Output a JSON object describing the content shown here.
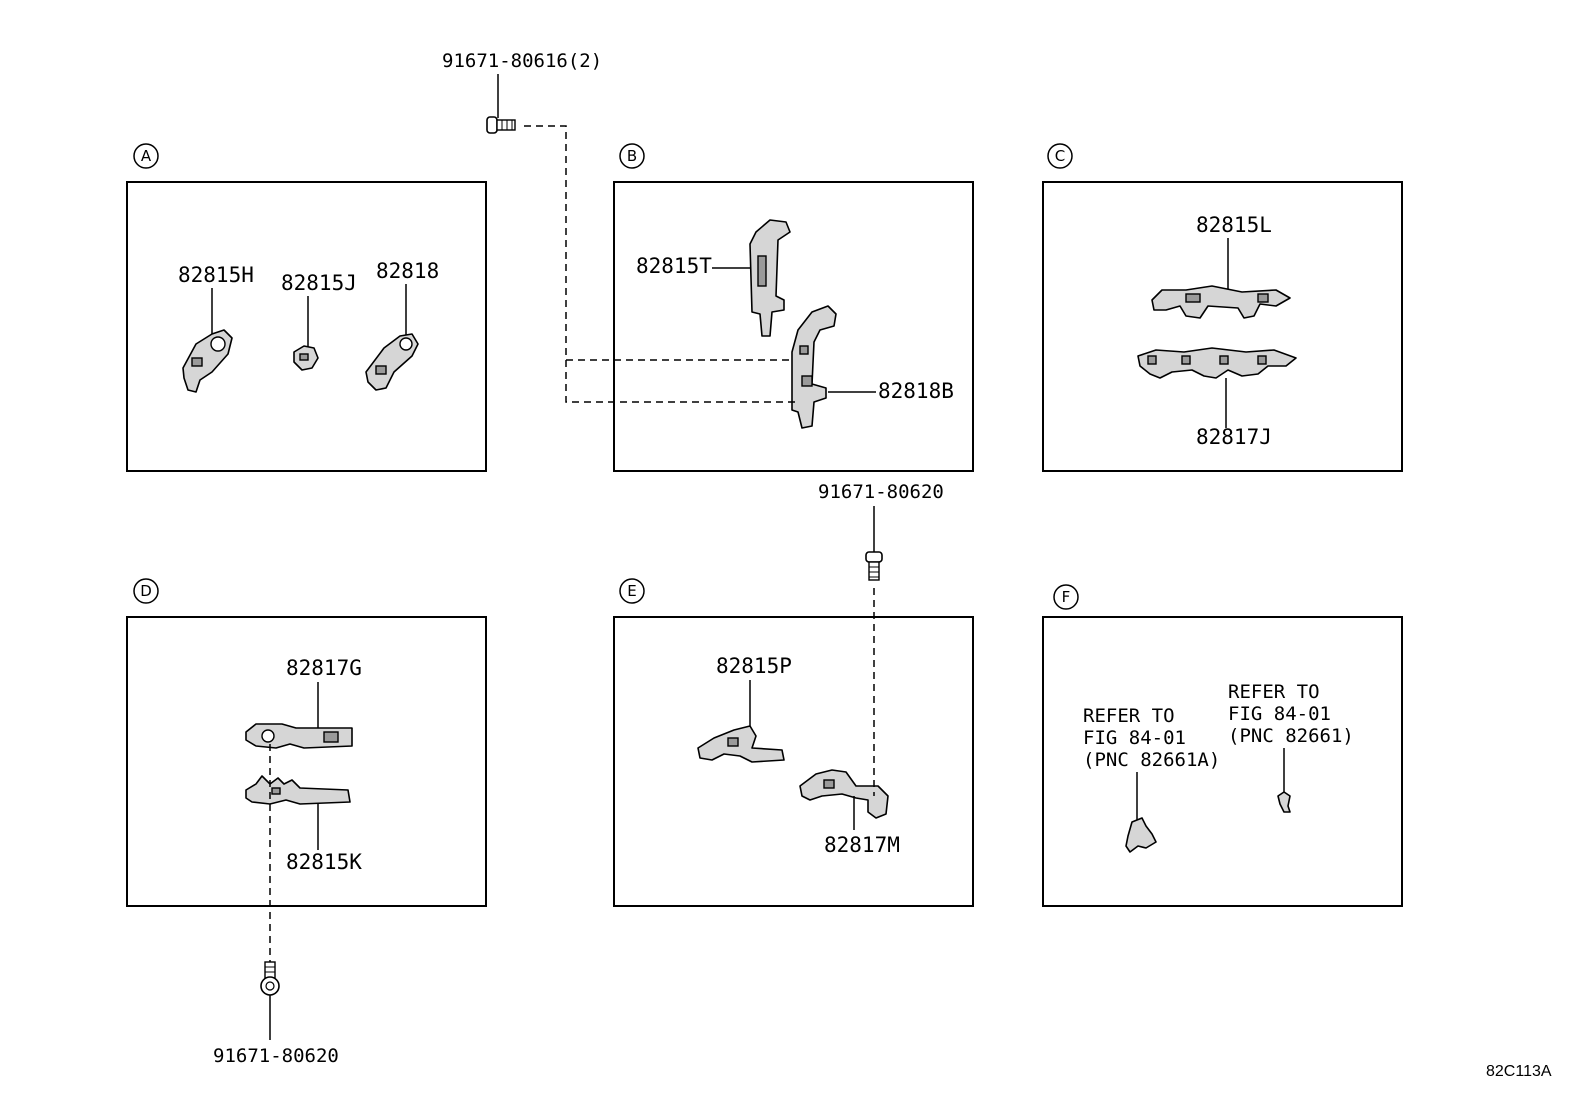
{
  "sections": [
    {
      "id": "A",
      "parts": [
        "82815H",
        "82815J",
        "82818"
      ]
    },
    {
      "id": "B",
      "parts": [
        "82815T",
        "82818B"
      ]
    },
    {
      "id": "C",
      "parts": [
        "82815L",
        "82817J"
      ]
    },
    {
      "id": "D",
      "parts": [
        "82817G",
        "82815K"
      ]
    },
    {
      "id": "E",
      "parts": [
        "82815P",
        "82817M"
      ]
    },
    {
      "id": "F",
      "refs": [
        {
          "lines": [
            "REFER TO",
            "FIG 84-01",
            "(PNC 82661A)"
          ]
        },
        {
          "lines": [
            "REFER TO",
            "FIG 84-01",
            "(PNC 82661)"
          ]
        }
      ]
    }
  ],
  "bolts": {
    "top": "91671-80616(2)",
    "middle": "91671-80620",
    "bottom": "91671-80620"
  },
  "drawing_code": "82C113A"
}
